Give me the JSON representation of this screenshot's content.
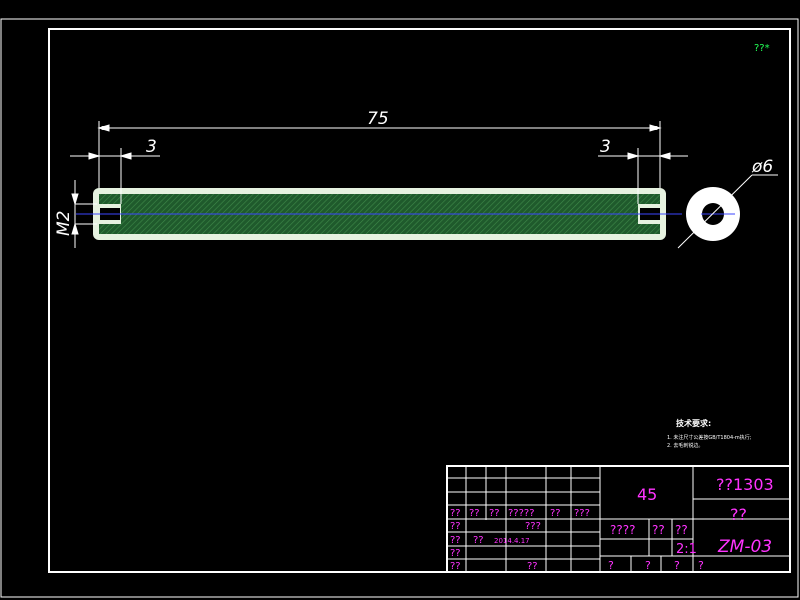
{
  "drawing": {
    "corner_mark": "??*",
    "dimensions": {
      "length": "75",
      "left_offset": "3",
      "right_offset": "3",
      "thread": "M2",
      "diameter": "ø6"
    },
    "notes": {
      "title": "技术要求:",
      "line1": "1. 未注尺寸公差按GB/T1804-m执行;",
      "line2": "2. 去毛刺锐边。"
    },
    "title_block": {
      "material": "45",
      "code": "??1303",
      "part_name": "??",
      "drawing_no": "ZM-03",
      "scale": "2:1",
      "label_small": "????",
      "label_a": "??",
      "label_b": "??",
      "sign_row": [
        "??",
        "??",
        "??",
        "?????",
        "??",
        "???"
      ],
      "row3_a": "??",
      "row3_b": "???",
      "row4_a": "??",
      "row4_b": "??",
      "date": "2014.4.17",
      "row5_a": "??",
      "row6_a": "??",
      "row6_b": "??",
      "bottom_marks": [
        "?",
        "?",
        "?",
        "?"
      ]
    }
  }
}
